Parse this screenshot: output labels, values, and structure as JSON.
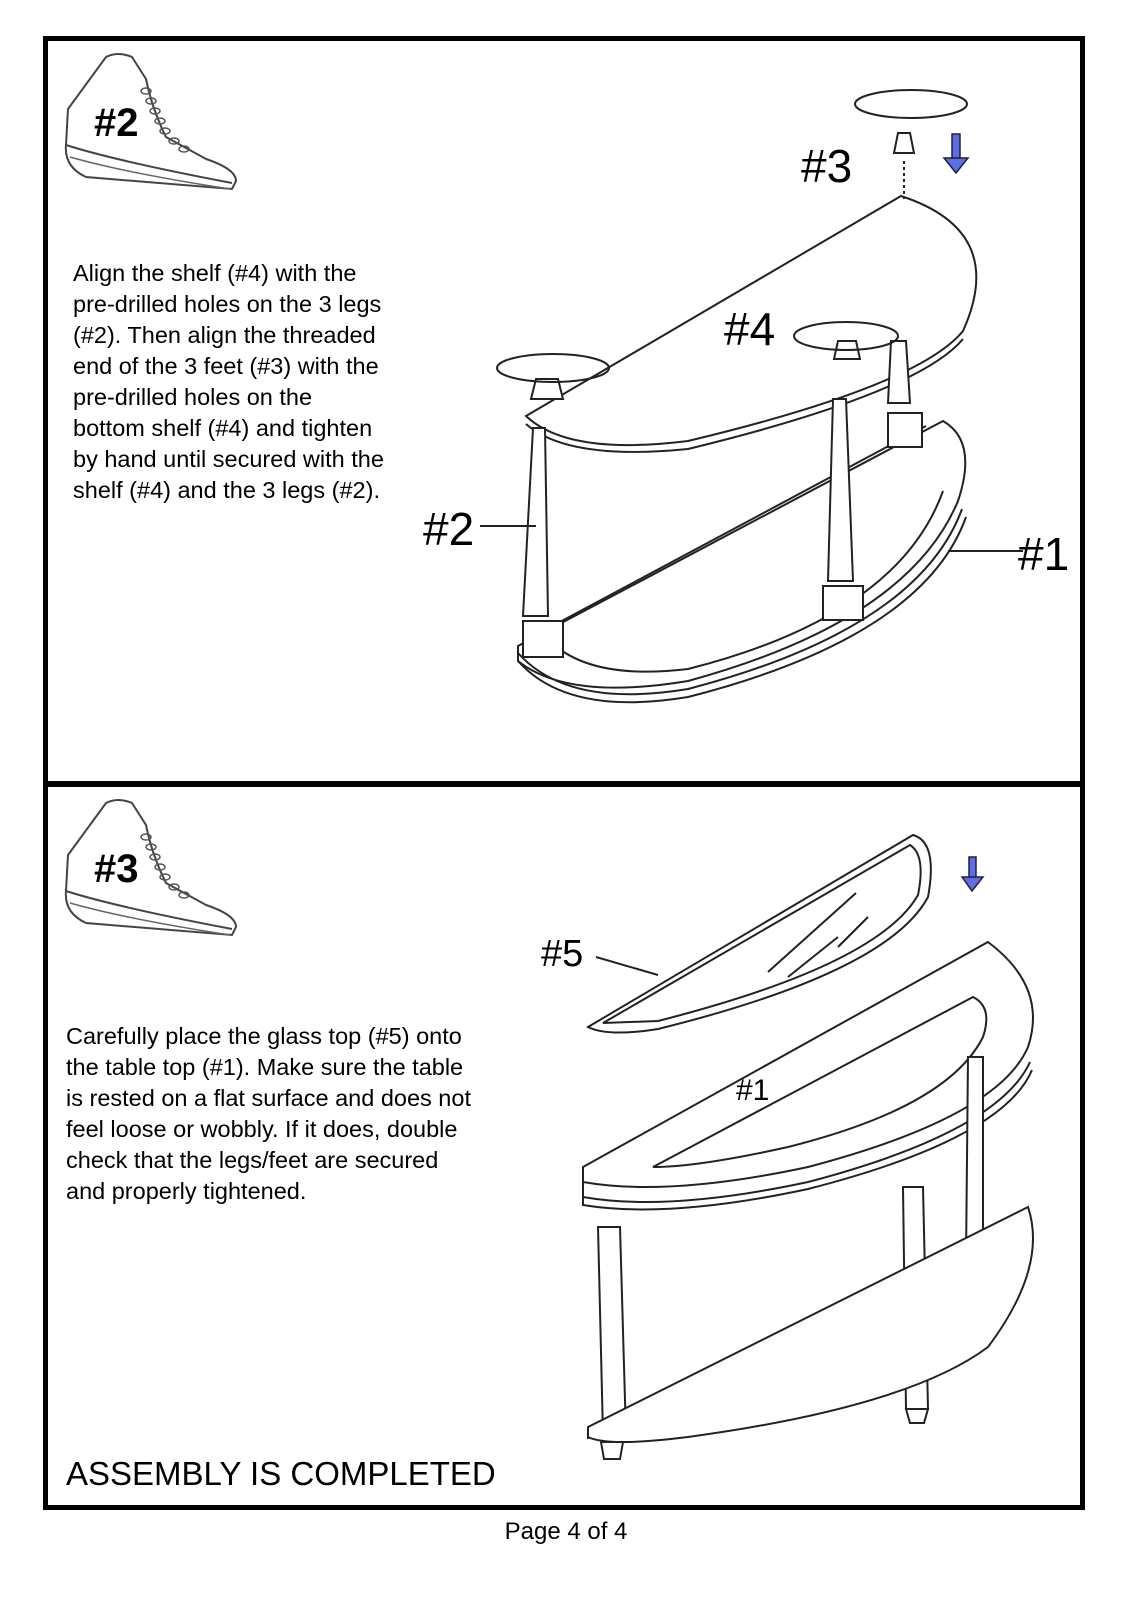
{
  "step1": {
    "badge_label": "#2",
    "instruction": "Align the shelf (#4) with the\npre-drilled holes on the 3 legs\n(#2). Then align the threaded\nend of the 3 feet (#3) with the\npre-drilled holes on the\nbottom shelf (#4) and tighten\nby hand until secured with the\nshelf (#4) and the 3 legs (#2).",
    "callouts": {
      "feet": "#3",
      "shelf": "#4",
      "legs": "#2",
      "table_top": "#1"
    }
  },
  "step2": {
    "badge_label": "#3",
    "instruction": "Carefully place the glass top (#5) onto\nthe table top (#1). Make sure the table\nis rested on a flat surface and does not\nfeel loose or wobbly. If it does, double\ncheck that the legs/feet are secured\nand properly tightened.",
    "callouts": {
      "glass_top": "#5",
      "table_top": "#1"
    },
    "completed_label": "ASSEMBLY IS COMPLETED"
  },
  "footer": {
    "page_label": "Page 4 of 4"
  },
  "colors": {
    "arrow": "#5b6ee8",
    "line": "#222222"
  },
  "icons": {
    "step_badge": "sneaker-icon",
    "direction": "down-arrow-icon",
    "rotate": "rotate-arrow-icon"
  }
}
